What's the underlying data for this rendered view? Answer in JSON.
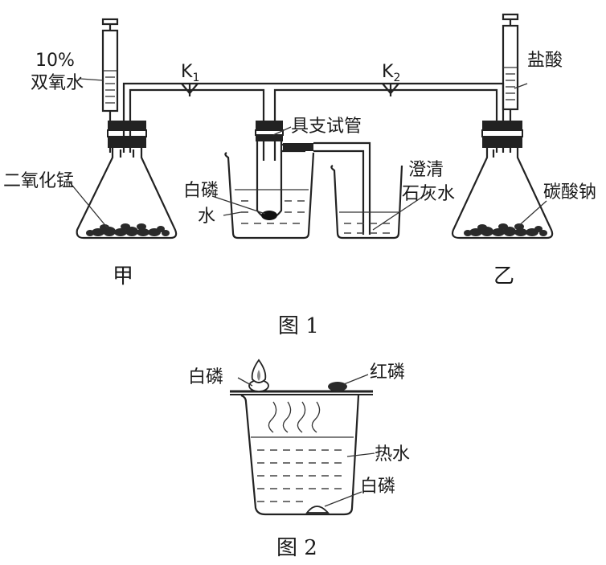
{
  "figure1": {
    "caption": "图 1",
    "labels": {
      "hydrogen_peroxide_conc": "10%",
      "hydrogen_peroxide": "双氧水",
      "k1_main": "K",
      "k1_sub": "1",
      "k2_main": "K",
      "k2_sub": "2",
      "hydrochloric_acid": "盐酸",
      "branch_test_tube": "具支试管",
      "manganese_dioxide": "二氧化锰",
      "white_phosphorus": "白磷",
      "water": "水",
      "limewater_1": "澄清",
      "limewater_2": "石灰水",
      "sodium_carbonate": "碳酸钠",
      "flask_jia": "甲",
      "flask_yi": "乙"
    }
  },
  "figure2": {
    "caption": "图 2",
    "labels": {
      "white_phosphorus_top": "白磷",
      "red_phosphorus": "红磷",
      "hot_water": "热水",
      "white_phosphorus_bottom": "白磷"
    }
  }
}
